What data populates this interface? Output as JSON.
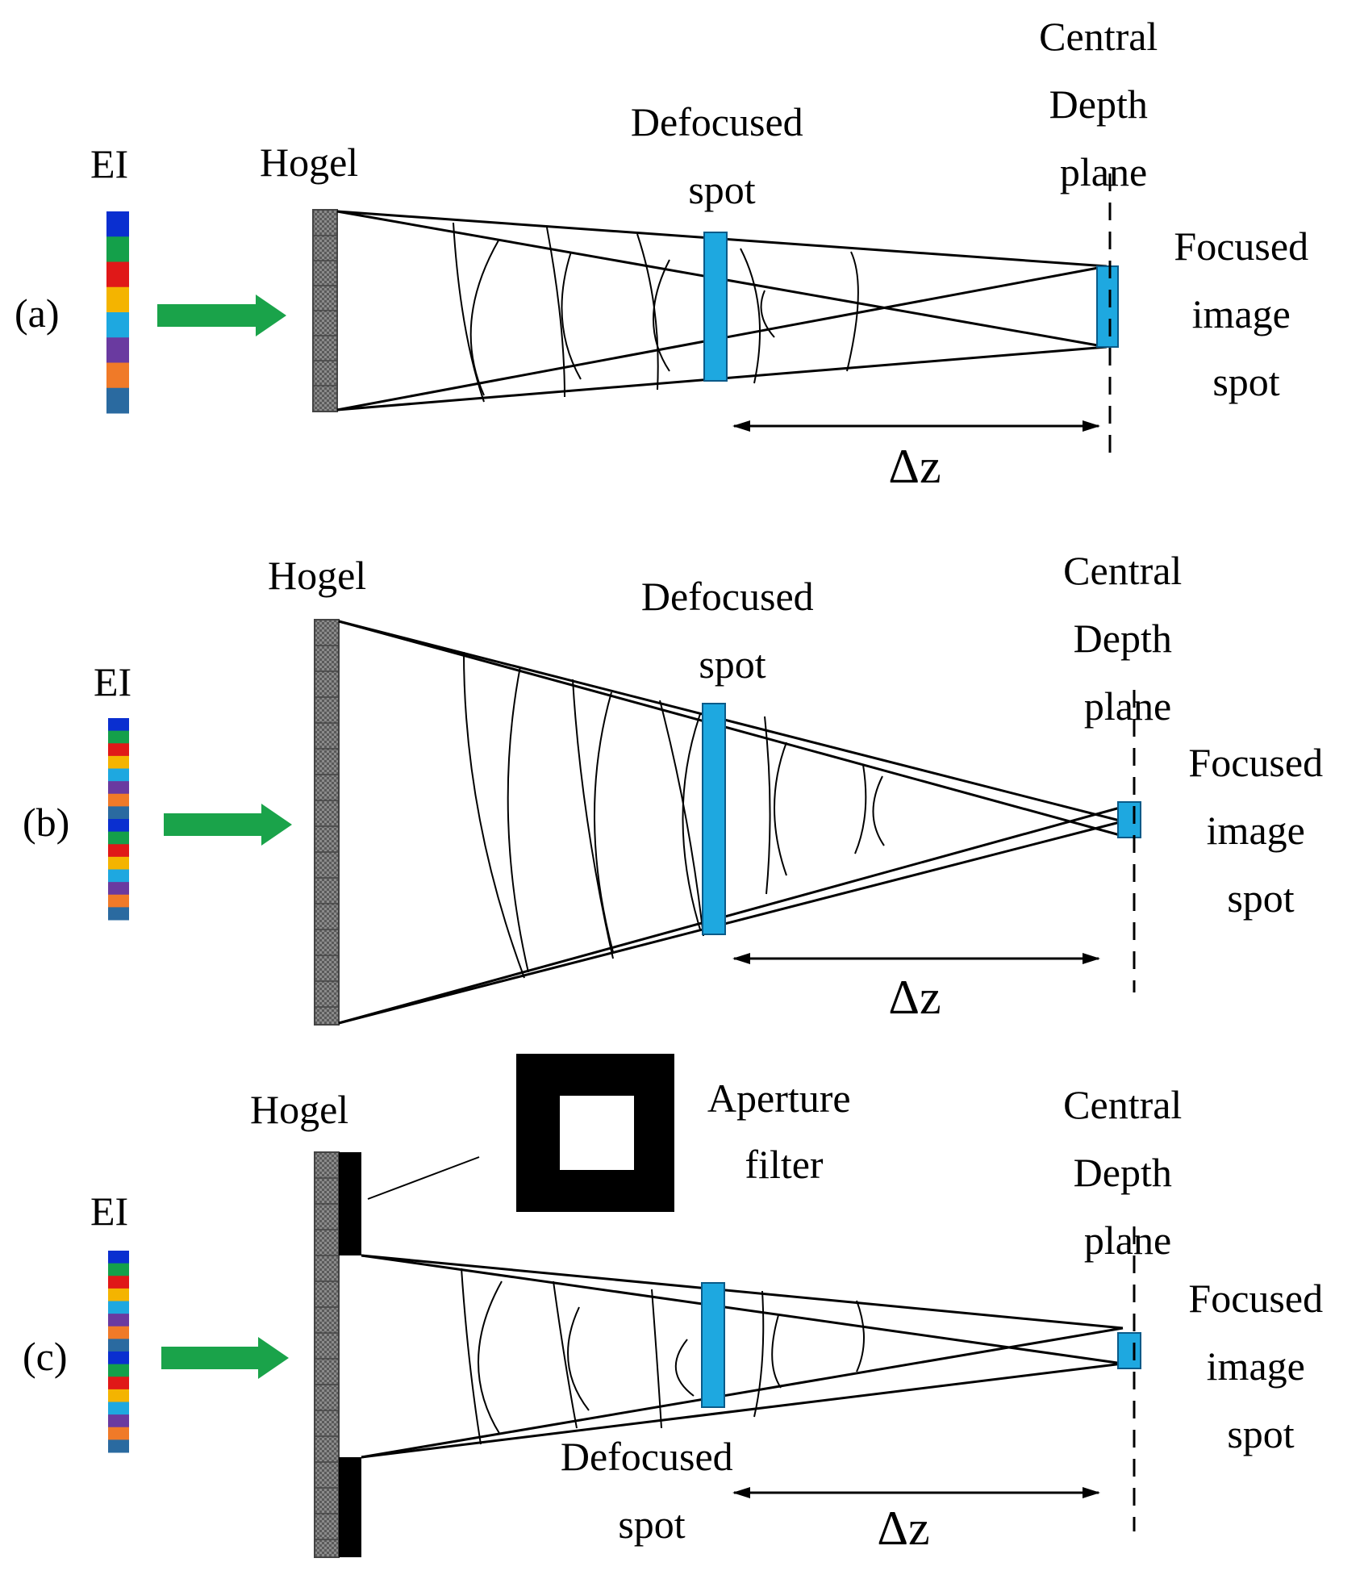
{
  "panels": [
    {
      "tag": "(a)",
      "ei_label": "EI",
      "hogel_label": "Hogel",
      "defocused_label": [
        "Defocused",
        "spot"
      ],
      "cdp_label": [
        "Central",
        "Depth",
        "plane"
      ],
      "focused_label": [
        "Focused",
        "image",
        "spot"
      ],
      "dz_label": "Δz"
    },
    {
      "tag": "(b)",
      "ei_label": "EI",
      "hogel_label": "Hogel",
      "defocused_label": [
        "Defocused",
        "spot"
      ],
      "cdp_label": [
        "Central",
        "Depth",
        "plane"
      ],
      "focused_label": [
        "Focused",
        "image",
        "spot"
      ],
      "dz_label": "Δz"
    },
    {
      "tag": "(c)",
      "ei_label": "EI",
      "hogel_label": "Hogel",
      "defocused_label": [
        "Defocused",
        "spot"
      ],
      "cdp_label": [
        "Central",
        "Depth",
        "plane"
      ],
      "focused_label": [
        "Focused",
        "image",
        "spot"
      ],
      "dz_label": "Δz",
      "aperture_label": [
        "Aperture",
        "filter"
      ]
    }
  ],
  "colors": {
    "spot": "#1ea8e0",
    "arrow": "#1aa34a",
    "hogel": "#8a8a8a",
    "ei_a": [
      "#0a2fd0",
      "#14a04a",
      "#e01818",
      "#f4b400",
      "#1ea8e0",
      "#6a3aa0",
      "#f07a28",
      "#2a6aa0"
    ],
    "ei_bc": [
      "#0a2fd0",
      "#14a04a",
      "#e01818",
      "#f4b400",
      "#1ea8e0",
      "#6a3aa0",
      "#f07a28",
      "#2a6aa0",
      "#0a2fd0",
      "#14a04a",
      "#e01818",
      "#f4b400",
      "#1ea8e0",
      "#6a3aa0",
      "#f07a28",
      "#2a6aa0"
    ]
  }
}
